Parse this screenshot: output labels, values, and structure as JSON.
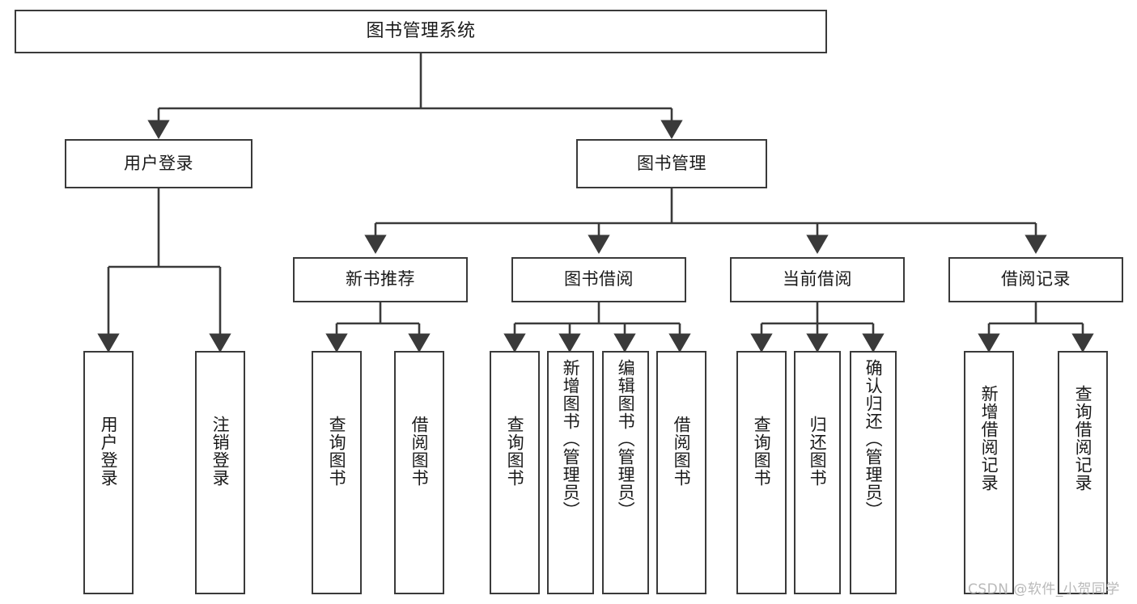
{
  "diagram": {
    "title": "图书管理系统",
    "type": "tree-hierarchy-chart",
    "background_color": "#ffffff",
    "line_color": "#3a3a3a",
    "text_color": "#1a1a1a"
  },
  "nodes": {
    "root": {
      "label": "图书管理系统"
    },
    "level2": [
      {
        "id": "user-login",
        "label": "用户登录"
      },
      {
        "id": "book-manage",
        "label": "图书管理"
      }
    ],
    "level3": [
      {
        "id": "new-book-recommend",
        "label": "新书推荐"
      },
      {
        "id": "book-borrow",
        "label": "图书借阅"
      },
      {
        "id": "current-borrow",
        "label": "当前借阅"
      },
      {
        "id": "borrow-record",
        "label": "借阅记录"
      }
    ],
    "leaves": {
      "user_login": [
        {
          "id": "leaf-user-login",
          "label": "用户登录"
        },
        {
          "id": "leaf-logout-login",
          "label": "注销登录"
        }
      ],
      "new_book_recommend": [
        {
          "id": "leaf-query-book-1",
          "label": "查询图书"
        },
        {
          "id": "leaf-borrow-book-1",
          "label": "借阅图书"
        }
      ],
      "book_borrow": [
        {
          "id": "leaf-query-book-2",
          "label": "查询图书"
        },
        {
          "id": "leaf-add-book",
          "label": "新增图书（管理员）"
        },
        {
          "id": "leaf-edit-book",
          "label": "编辑图书（管理员）"
        },
        {
          "id": "leaf-borrow-book-2",
          "label": "借阅图书"
        }
      ],
      "current_borrow": [
        {
          "id": "leaf-query-book-3",
          "label": "查询图书"
        },
        {
          "id": "leaf-return-book",
          "label": "归还图书"
        },
        {
          "id": "leaf-confirm-return",
          "label": "确认归还（管理员）"
        }
      ],
      "borrow_record": [
        {
          "id": "leaf-add-record",
          "label": "新增借阅记录"
        },
        {
          "id": "leaf-query-record",
          "label": "查询借阅记录"
        }
      ]
    }
  },
  "watermark": {
    "text": "CSDN @软件_小贺同学"
  }
}
